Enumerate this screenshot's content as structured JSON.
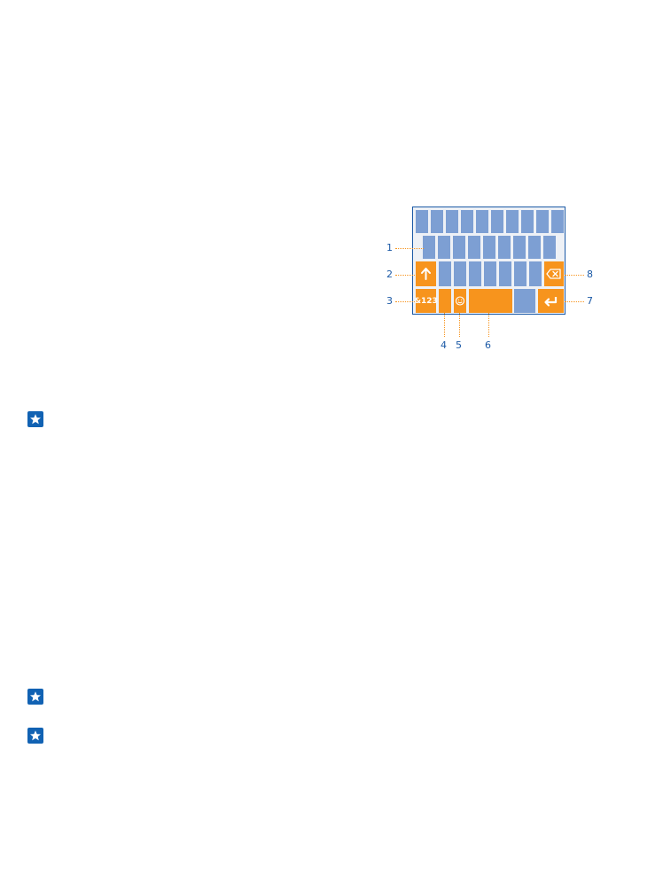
{
  "keyboard_diagram": {
    "key_labels": {
      "numbers": "&123"
    },
    "callouts": [
      "1",
      "2",
      "3",
      "4",
      "5",
      "6",
      "7",
      "8"
    ],
    "colors": {
      "letter_key": "#7d9fd3",
      "function_key": "#f7941d",
      "frame": "#1c5aa6",
      "callout_text": "#1c5aa6",
      "leader_line": "#f7941d"
    },
    "icons": {
      "shift": "arrow-up-icon",
      "backspace": "backspace-icon",
      "emoji": "smiley-icon",
      "enter": "enter-icon"
    }
  },
  "tips": {
    "icon": "star-icon",
    "color": "#1162b3",
    "count": 3
  }
}
